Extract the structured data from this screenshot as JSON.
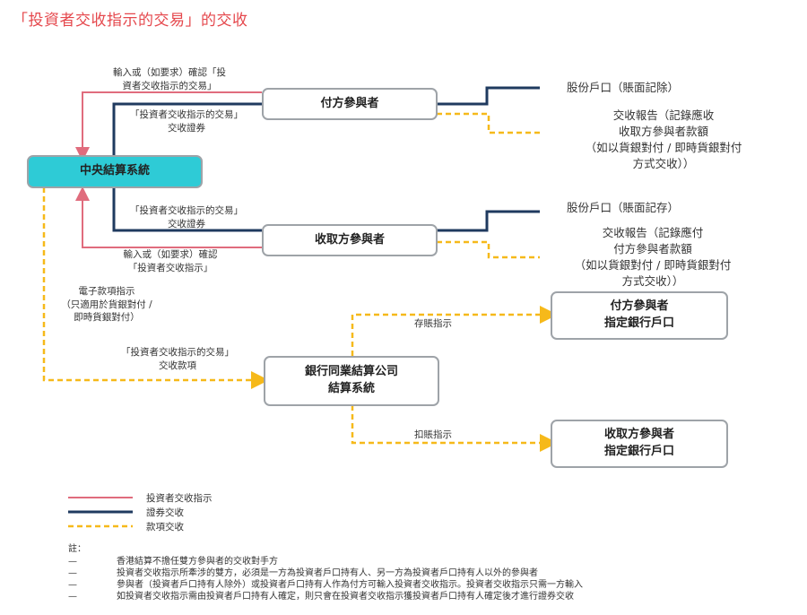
{
  "title": "「投資者交收指示的交易」的交收",
  "boxes": {
    "ccass": "中央結算系統",
    "payer": "付方參與者",
    "payee": "收取方參與者",
    "interbank_l1": "銀行同業結算公司",
    "interbank_l2": "結算系統",
    "payer_bank_l1": "付方參與者",
    "payer_bank_l2": "指定銀行戶口",
    "payee_bank_l1": "收取方參與者",
    "payee_bank_l2": "指定銀行戶口"
  },
  "labels": {
    "top_input_l1": "輸入或（如要求）確認「投",
    "top_input_l2": "資者交收指示的交易」",
    "payer_sec_l1": "「投資者交收指示的交易」",
    "payer_sec_l2": "交收證券",
    "payee_sec_l1": "「投資者交收指示的交易」",
    "payee_sec_l2": "交收證券",
    "bottom_input_l1": "輸入或（如要求）確認",
    "bottom_input_l2": "「投資者交收指示」",
    "epi_l1": "電子款項指示",
    "epi_l2": "（只適用於貨銀對付 /",
    "epi_l3": "即時貨銀對付）",
    "money_l1": "「投資者交收指示的交易」",
    "money_l2": "交收款項",
    "credit": "存賬指示",
    "debit": "扣賬指示"
  },
  "right_text": {
    "payer_stock": "股份戶口（賬面記除）",
    "payer_report_l1": "交收報告（記錄應收",
    "payer_report_l2": "收取方參與者款額",
    "payer_report_l3": "（如以貨銀對付 / 即時貨銀對付",
    "payer_report_l4": "方式交收））",
    "payee_stock": "股份戶口（賬面記存）",
    "payee_report_l1": "交收報告（記錄應付",
    "payee_report_l2": "付方參與者款額",
    "payee_report_l3": "（如以貨銀對付 / 即時貨銀對付",
    "payee_report_l4": "方式交收））"
  },
  "legend": {
    "instruction": "投資者交收指示",
    "securities": "證券交收",
    "money": "款項交收"
  },
  "notes": {
    "heading": "註：",
    "dash": "—",
    "n1": "香港結算不擔任雙方參與者的交收對手方",
    "n2": "投資者交收指示所牽涉的雙方，必須是一方為投資者戶口持有人、另一方為投資者戶口持有人以外的參與者",
    "n3": "參與者（投資者戶口持有人除外）或投資者戶口持有人作為付方可輸入投資者交收指示。投資者交收指示只需一方輸入",
    "n4": "如投資者交收指示需由投資者戶口持有人確定，則只會在投資者交收指示獲投資者戶口持有人確定後才進行證券交收"
  },
  "colors": {
    "instruction_line": "#e06c7d",
    "securities_line": "#1f3a5f",
    "money_line": "#f6b91a",
    "ccass_fill": "#2ecbd6",
    "title": "#e5484d",
    "box_border": "#9ea3a8"
  }
}
